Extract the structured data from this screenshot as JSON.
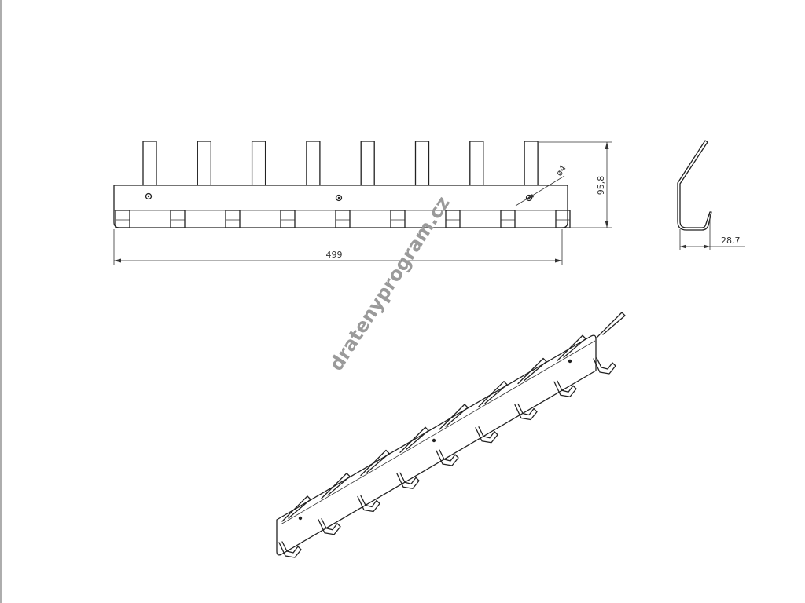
{
  "views": {
    "front": {
      "hook_count": 9,
      "peg_count": 8,
      "hole_count": 3
    },
    "side": {},
    "isometric": {
      "hook_count": 9
    }
  },
  "dimensions": {
    "width_label": "499",
    "height_label": "95,8",
    "depth_label": "28,7",
    "hole_label": "ø4"
  },
  "watermark": {
    "text": "dratenyprogram.cz"
  },
  "colors": {
    "line": "#222222",
    "watermark": "#9a9a9a"
  }
}
